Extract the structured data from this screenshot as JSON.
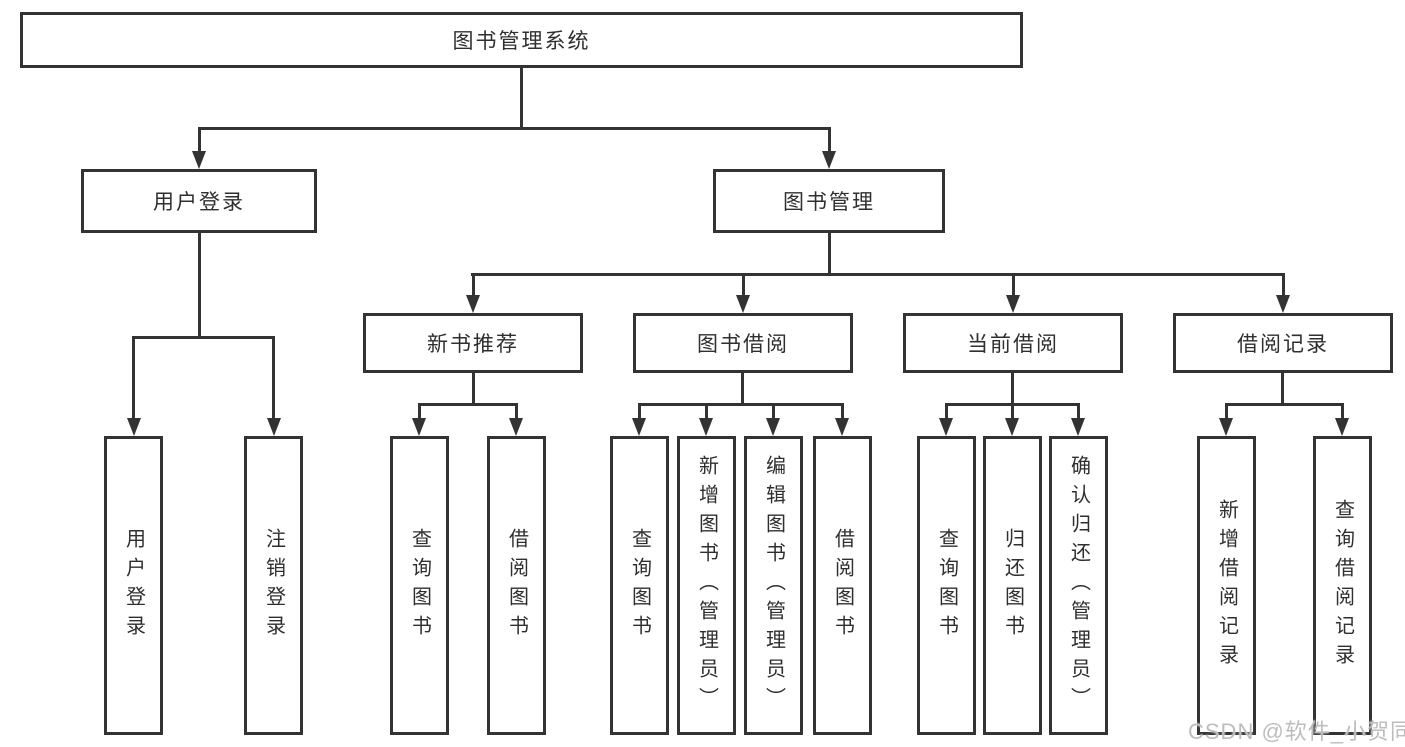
{
  "tree": {
    "label": "图书管理系统",
    "children": [
      {
        "label": "用户登录",
        "children": [
          {
            "label": "用户登录"
          },
          {
            "label": "注销登录"
          }
        ]
      },
      {
        "label": "图书管理",
        "children": [
          {
            "label": "新书推荐",
            "children": [
              {
                "label": "查询图书"
              },
              {
                "label": "借阅图书"
              }
            ]
          },
          {
            "label": "图书借阅",
            "children": [
              {
                "label": "查询图书"
              },
              {
                "label": "新增图书（管理员）"
              },
              {
                "label": "编辑图书（管理员）"
              },
              {
                "label": "借阅图书"
              }
            ]
          },
          {
            "label": "当前借阅",
            "children": [
              {
                "label": "查询图书"
              },
              {
                "label": "归还图书"
              },
              {
                "label": "确认归还（管理员）"
              }
            ]
          },
          {
            "label": "借阅记录",
            "children": [
              {
                "label": "新增借阅记录"
              },
              {
                "label": "查询借阅记录"
              }
            ]
          }
        ]
      }
    ]
  },
  "watermark": {
    "text": "CSDN @软件_小贺同学"
  },
  "colors": {
    "line": "#333333",
    "text": "#2f2f2f",
    "watermark": "#bdbdbd",
    "background": "#ffffff"
  }
}
